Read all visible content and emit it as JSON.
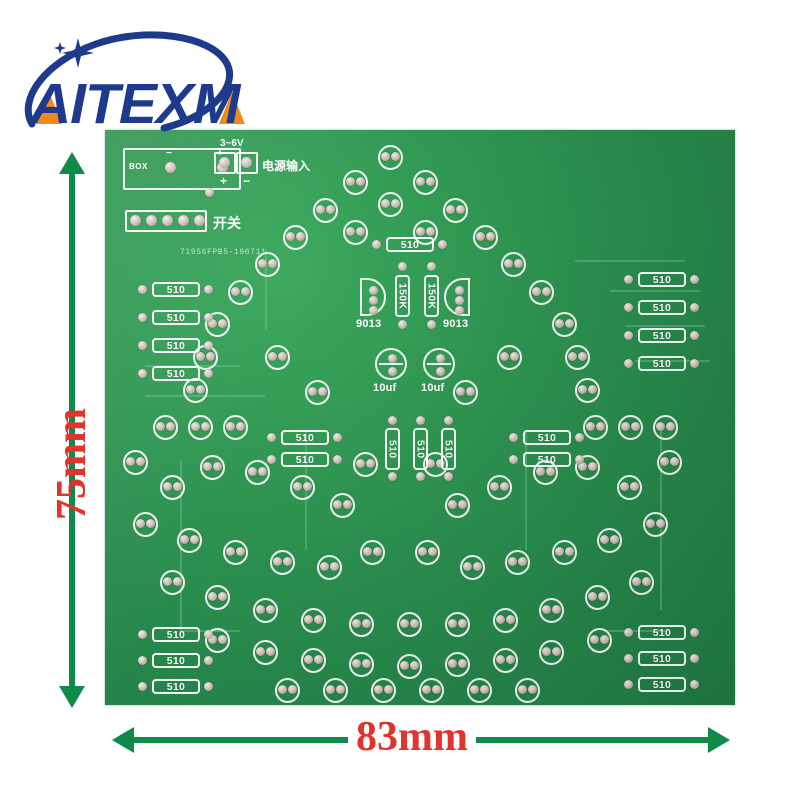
{
  "brand": {
    "name": "AITEXM",
    "letters_primary": "AITE",
    "letter_x": "X",
    "letter_m": "M",
    "primary_color": "#1e3a8c",
    "accent_color": "#f08a1e",
    "icon_swoosh": "orbit-swoosh-icon",
    "icon_spark": "sparkle-icon"
  },
  "dimensions": {
    "height_label": "75mm",
    "width_label": "83mm",
    "line_color": "#0e8a4a",
    "text_color": "#e0342c"
  },
  "pcb": {
    "solder_mask_color": "#2e9450",
    "silkscreen_color": "#ffffff",
    "board_code": "71956FPB5-190711",
    "power": {
      "voltage_label": "3~6V",
      "input_label": "电源输入",
      "positive_mark": "+",
      "negative_mark": "−"
    },
    "switch": {
      "label": "开关",
      "pin_count": 5
    },
    "battery_box": {
      "label": "BOX",
      "plus_mark": "+",
      "minus_mark": "−"
    },
    "components": {
      "transistors": [
        {
          "designator": "9013",
          "side": "left"
        },
        {
          "designator": "9013",
          "side": "right"
        }
      ],
      "bias_resistors": [
        {
          "value": "150K",
          "orientation": "vertical"
        },
        {
          "value": "150K",
          "orientation": "vertical"
        }
      ],
      "capacitors": [
        {
          "value": "10uf",
          "type": "electrolytic"
        },
        {
          "value": "10uf",
          "type": "electrolytic"
        }
      ],
      "resistor_value": "510",
      "resistor_groups": [
        {
          "name": "top-center-single",
          "count": 1,
          "orientation": "horizontal"
        },
        {
          "name": "upper-left-bank",
          "count": 4,
          "orientation": "horizontal"
        },
        {
          "name": "upper-right-bank",
          "count": 4,
          "orientation": "horizontal"
        },
        {
          "name": "mid-left-pair",
          "count": 2,
          "orientation": "horizontal"
        },
        {
          "name": "mid-center-vertical",
          "count": 3,
          "orientation": "vertical"
        },
        {
          "name": "mid-right-pair",
          "count": 2,
          "orientation": "horizontal"
        },
        {
          "name": "lower-left-bank",
          "count": 3,
          "orientation": "horizontal"
        },
        {
          "name": "lower-right-bank",
          "count": 3,
          "orientation": "horizontal"
        }
      ],
      "led_pad_count": 108
    }
  }
}
